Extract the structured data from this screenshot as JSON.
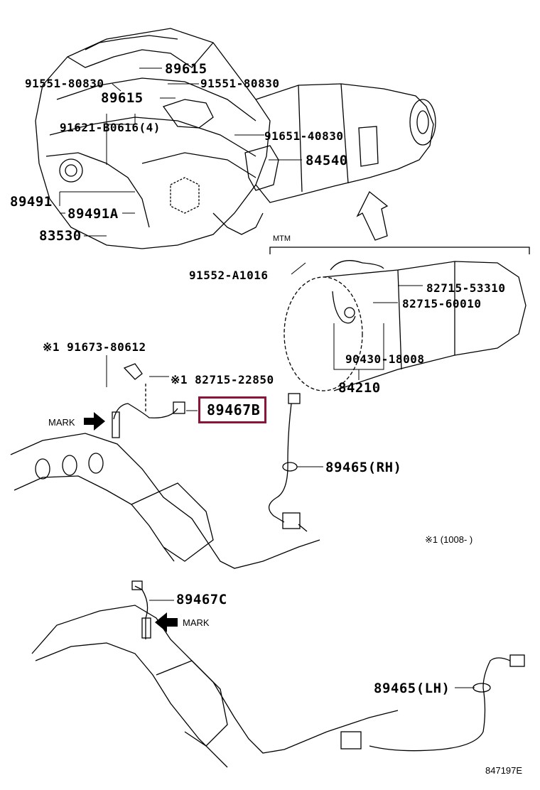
{
  "diagram": {
    "labels": {
      "p89615_top": "89615",
      "p91551_left": "91551-80830",
      "p91551_right": "91551-80830",
      "p89615_mid": "89615",
      "p91621": "91621-B0616(4)",
      "p91651": "91651-40830",
      "p84540": "84540",
      "p89491": "89491",
      "p89491A": "89491A",
      "p83530": "83530",
      "mtm": "MTM",
      "p91552": "91552-A1016",
      "p82715_53310": "82715-53310",
      "p82715_60010": "82715-60010",
      "p90430": "90430-18008",
      "p84210": "84210",
      "p91673": "※1 91673-80612",
      "p82715_22850": "※1 82715-22850",
      "p89467B": "89467B",
      "mark_top": "MARK",
      "p89465RH": "89465(RH)",
      "note1": "※1 (1008-     )",
      "p89467C": "89467C",
      "mark_bottom": "MARK",
      "p89465LH": "89465(LH)",
      "figure_code": "847197E"
    },
    "highlight_color": "#8a1538"
  }
}
